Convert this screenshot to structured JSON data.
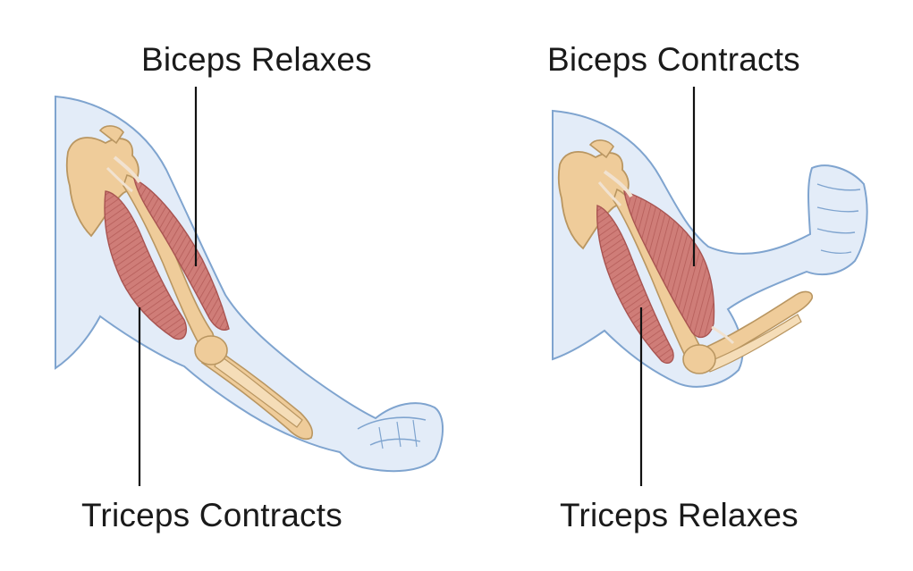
{
  "panels": [
    {
      "top_label": "Biceps Relaxes",
      "bottom_label": "Triceps Contracts"
    },
    {
      "top_label": "Biceps Contracts",
      "bottom_label": "Triceps Relaxes"
    }
  ],
  "colors": {
    "skin_fill": "#e3ecf8",
    "skin_outline": "#7fa4cf",
    "bone": "#efcc9a",
    "bone_outline": "#b99661",
    "muscle": "#cf7d78",
    "muscle_dark": "#b55d59",
    "tendon": "#f1e2d0",
    "leader_line": "#111111"
  }
}
